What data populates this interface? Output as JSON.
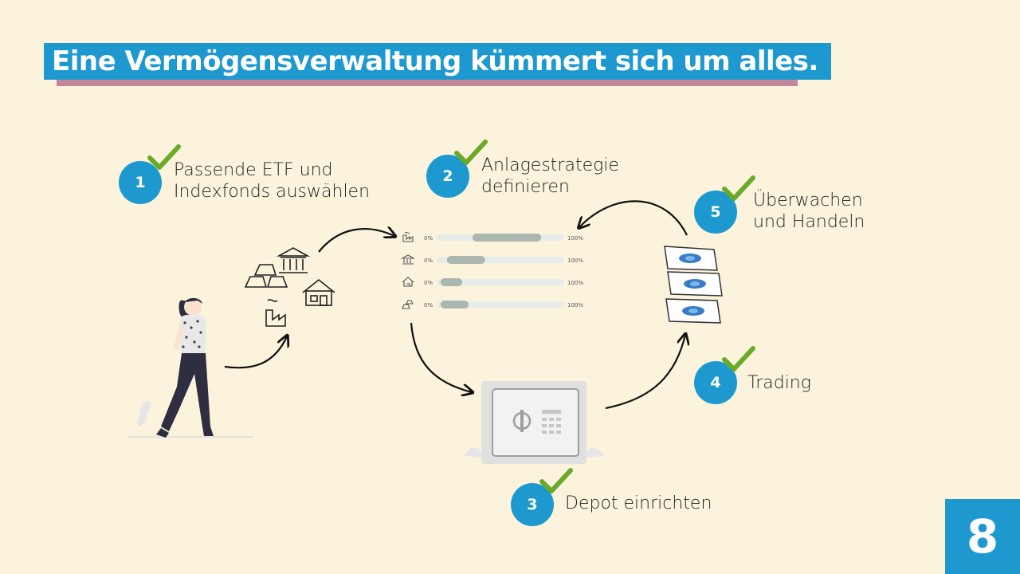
{
  "title": "Eine Vermögensverwaltung kümmert sich um alles.",
  "steps": [
    {
      "number": "1",
      "line1": "Passende ETF und",
      "line2": "Indexfonds auswählen"
    },
    {
      "number": "2",
      "line1": "Anlagestrategie",
      "line2": "definieren"
    },
    {
      "number": "3",
      "line1": "Depot einrichten",
      "line2": ""
    },
    {
      "number": "4",
      "line1": "Trading",
      "line2": ""
    },
    {
      "number": "5",
      "line1": "Überwachen",
      "line2": "und Handeln"
    }
  ],
  "allocation_bars": [
    {
      "icon": "factory-icon",
      "min_label": "0%",
      "max_label": "100%",
      "from": 0.28,
      "to": 0.82
    },
    {
      "icon": "bank-icon",
      "min_label": "0%",
      "max_label": "100%",
      "from": 0.08,
      "to": 0.38
    },
    {
      "icon": "house-icon",
      "min_label": "0%",
      "max_label": "100%",
      "from": 0.03,
      "to": 0.2
    },
    {
      "icon": "gold-icon",
      "min_label": "0%",
      "max_label": "100%",
      "from": 0.03,
      "to": 0.25
    }
  ],
  "colors": {
    "background": "#fcf3dd",
    "accent": "#1d99cf",
    "check": "#6aaa2a",
    "title_shadow": "#c4879a"
  },
  "logo": {
    "text": "8"
  }
}
